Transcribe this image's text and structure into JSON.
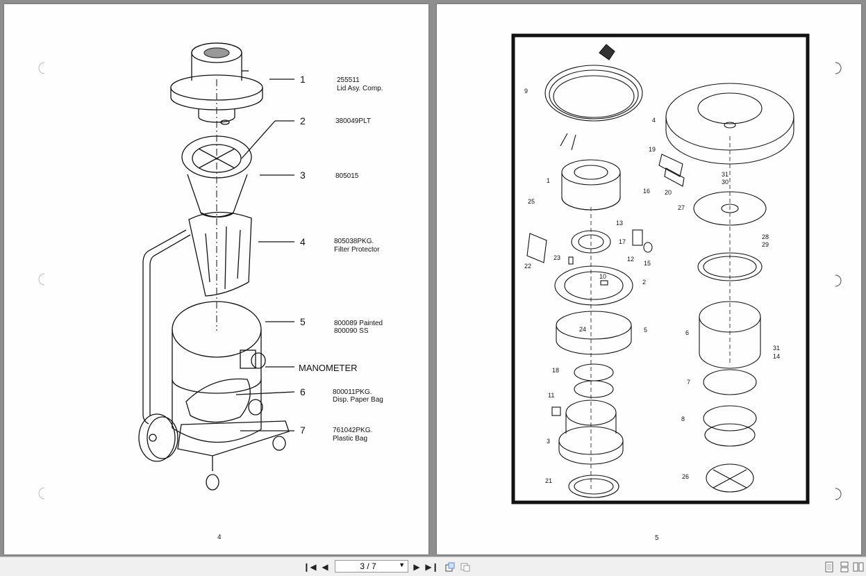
{
  "left_page": {
    "callouts": [
      {
        "num": "1",
        "lines": [
          "255511",
          "Lid Asy. Comp."
        ]
      },
      {
        "num": "2",
        "lines": [
          "380049PLT"
        ]
      },
      {
        "num": "3",
        "lines": [
          "805015"
        ]
      },
      {
        "num": "4",
        "lines": [
          "805038PKG.",
          "Filter Protector"
        ]
      },
      {
        "num": "5",
        "lines": [
          "800089 Painted",
          "800090 SS"
        ]
      },
      {
        "num": "6",
        "lines": [
          "800011PKG.",
          "Disp. Paper Bag"
        ]
      },
      {
        "num": "7",
        "lines": [
          "761042PKG.",
          "Plastic Bag"
        ]
      }
    ],
    "manometer_label": "MANOMETER",
    "page_number": "4"
  },
  "right_page": {
    "part_numbers": [
      "9",
      "4",
      "19",
      "31",
      "30",
      "1",
      "16",
      "20",
      "25",
      "27",
      "13",
      "28",
      "29",
      "17",
      "22",
      "23",
      "12",
      "15",
      "10",
      "2",
      "24",
      "5",
      "6",
      "31",
      "14",
      "18",
      "7",
      "11",
      "8",
      "3",
      "21",
      "26"
    ],
    "page_number": "5"
  },
  "toolbar": {
    "first_page_icon": "first-page-icon",
    "prev_page_icon": "prev-page-icon",
    "page_indicator": "3 / 7",
    "next_page_icon": "next-page-icon",
    "last_page_icon": "last-page-icon",
    "accent": "#5b8bd0"
  }
}
